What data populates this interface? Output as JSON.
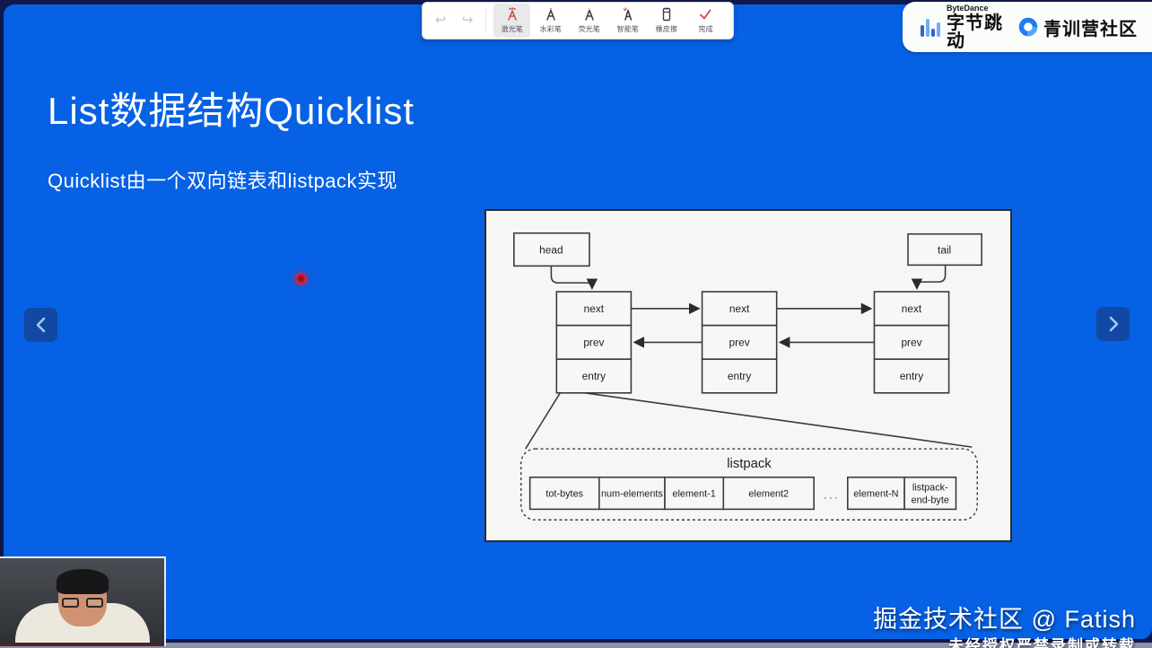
{
  "annotation_toolbar": {
    "tools": [
      {
        "label": "激光笔",
        "selected": true
      },
      {
        "label": "水彩笔",
        "selected": false
      },
      {
        "label": "荧光笔",
        "selected": false
      },
      {
        "label": "智能笔",
        "selected": false
      },
      {
        "label": "橡皮擦",
        "selected": false
      },
      {
        "label": "完成",
        "selected": false
      }
    ]
  },
  "header": {
    "bytedance_en": "ByteDance",
    "bytedance_cn": "字节跳动",
    "community_name": "青训营社区"
  },
  "slide": {
    "title": "List数据结构Quicklist",
    "subtitle": "Quicklist由一个双向链表和listpack实现"
  },
  "diagram": {
    "head_label": "head",
    "tail_label": "tail",
    "node_rows": [
      "next",
      "prev",
      "entry"
    ],
    "listpack_title": "listpack",
    "cells": [
      "tot-bytes",
      "num-elements",
      "element-1",
      "element2",
      "element-N"
    ],
    "ellipsis": ". . .",
    "end_byte_line1": "listpack-",
    "end_byte_line2": "end-byte"
  },
  "watermark": {
    "line1": "掘金技术社区 @ Fatish",
    "line2": "未经授权严禁录制或转载"
  },
  "colors": {
    "slide_blue": "#0761e4",
    "frame_navy": "#10194e",
    "laser_red": "#e0253c",
    "accent_check_red": "#d4453f"
  }
}
